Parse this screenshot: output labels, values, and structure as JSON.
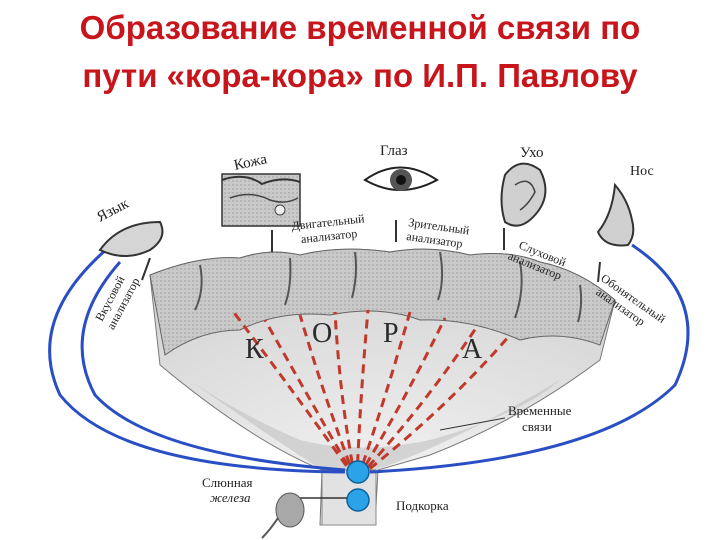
{
  "title": {
    "line1": "Образование временной связи по",
    "line2": "пути «кора-кора» по И.П. Павлову"
  },
  "organs": {
    "skin": "Кожа",
    "eye": "Глаз",
    "ear": "Ухо",
    "nose": "Нос",
    "tongue": "Язык",
    "gland": "Слюнная железа",
    "subcortex": "Подкорка"
  },
  "analyzers": {
    "motor": "Двигательный анализатор",
    "visual": "Зрительный анализатор",
    "auditory": "Слуховой анализатор",
    "olfactory": "Обонятельный анализатор",
    "taste": "Вкусовой анализатор"
  },
  "cortex_letters": [
    "К",
    "О",
    "Р",
    "А"
  ],
  "temporary_links": "Временные связи",
  "colors": {
    "title": "#c8151b",
    "dashed_links": "#c0392b",
    "nerve_arcs": "#2a4fc4",
    "nuclei": "#2aa3e8",
    "cortex_gray": "#8f8f8f",
    "cortex_light": "#d9d9d9"
  }
}
